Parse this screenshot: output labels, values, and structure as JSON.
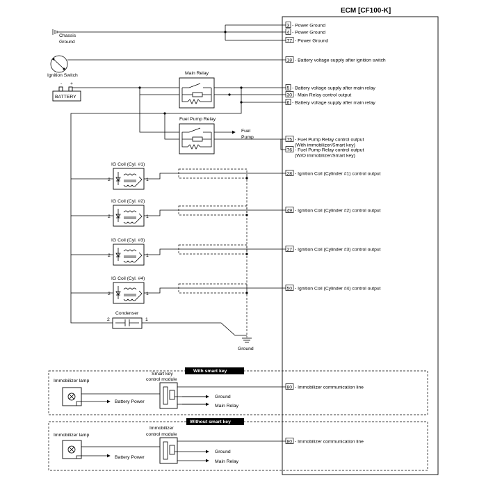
{
  "ecm": {
    "title": "ECM [CF100-K]",
    "pins": [
      {
        "pin": "3",
        "label": "Power Ground"
      },
      {
        "pin": "4",
        "label": "Power Ground"
      },
      {
        "pin": "77",
        "label": "Power Ground"
      },
      {
        "pin": "18",
        "label": "Battery voltage supply after ignition switch"
      },
      {
        "pin": "5",
        "label": "Battery voltage supply after main relay"
      },
      {
        "pin": "30",
        "label": "Main Relay control output"
      },
      {
        "pin": "6",
        "label": "Battery voltage supply after main relay"
      },
      {
        "pin": "75",
        "label": "Fuel Pump Relay control output",
        "sub": "(With immobilizer/Smart key)"
      },
      {
        "pin": "76",
        "label": "Fuel Pump Relay control output",
        "sub": "(W/O immobilizer/Smart key)"
      },
      {
        "pin": "28",
        "label": "Ignition Coil (Cylinder #1) control output"
      },
      {
        "pin": "49",
        "label": "Ignition Coil (Cylinder #2) control output"
      },
      {
        "pin": "27",
        "label": "Ignition Coil (Cylinder #3) control output"
      },
      {
        "pin": "50",
        "label": "Ignition Coil (Cylinder #4) control output"
      },
      {
        "pin": "80",
        "label": "Immobilizer communication line"
      },
      {
        "pin": "80",
        "label": "Immobilizer communication line"
      }
    ]
  },
  "left": {
    "chassis_ground_1": "Chassis",
    "chassis_ground_2": "Ground",
    "ignition_switch": "Ignition Switch",
    "battery": "BATTERY",
    "battery_neg": "-",
    "battery_pos": "+",
    "main_relay": "Main Relay",
    "fuel_pump_relay": "Fuel Pump Relay",
    "fuel_pump_1": "Fuel",
    "fuel_pump_2": "Pump",
    "coils": [
      {
        "label": "IG Coil (Cyl. #1)",
        "p2": "2",
        "p1": "1"
      },
      {
        "label": "IG Coil (Cyl. #2)",
        "p2": "2",
        "p1": "1"
      },
      {
        "label": "IG Coil (Cyl. #3)",
        "p2": "2",
        "p1": "1"
      },
      {
        "label": "IG Coil (Cyl. #4)",
        "p2": "2",
        "p1": "1"
      }
    ],
    "condenser": {
      "label": "Condenser",
      "p2": "2",
      "p1": "1"
    },
    "ground": "Ground"
  },
  "smart": {
    "title": "With smart key",
    "lamp": "Immobilizer lamp",
    "module_1": "Smart key",
    "module_2": "control module",
    "battery_power": "Battery Power",
    "ground": "Ground",
    "main_relay": "Main Relay"
  },
  "nosmart": {
    "title": "Without smart key",
    "lamp": "Immobilizer lamp",
    "module_1": "Immobilizer",
    "module_2": "control module",
    "battery_power": "Battery Power",
    "ground": "Ground",
    "main_relay": "Main Relay"
  }
}
